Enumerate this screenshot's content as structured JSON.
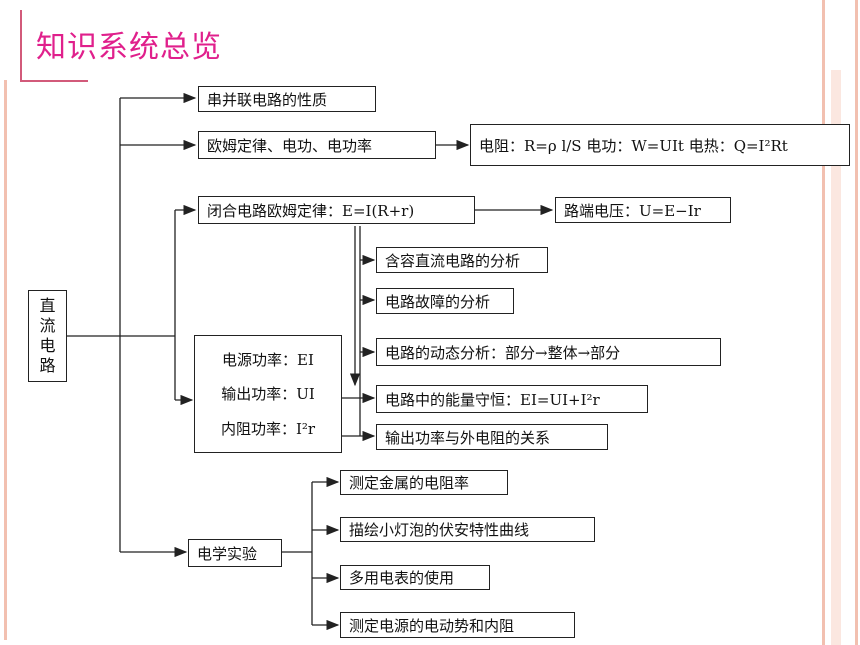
{
  "header": {
    "title": "知识系统总览"
  },
  "root": {
    "chars": [
      "直",
      "流",
      "电",
      "路"
    ]
  },
  "nodes": {
    "n1": "串并联电路的性质",
    "n2": "欧姆定律、电功、电功率",
    "n2_formula": "电阻：R=ρ l/S   电功：W=UIt   电热：Q=I²Rt",
    "n3": "闭合电路欧姆定律：E=I(R+r)",
    "n3_result": "路端电压：U=E−Ir",
    "s1": "含容直流电路的分析",
    "s2": "电路故障的分析",
    "s3": "电路的动态分析：部分→整体→部分",
    "s4": "电路中的能量守恒：EI=UI+I²r",
    "s5": "输出功率与外电阻的关系",
    "power": [
      "电源功率：EI",
      "输出功率：UI",
      "内阻功率：I²r"
    ],
    "exp": "电学实验",
    "e1": "测定金属的电阻率",
    "e2": "描绘小灯泡的伏安特性曲线",
    "e3": "多用电表的使用",
    "e4": "测定电源的电动势和内阻"
  },
  "colors": {
    "title": "#e0208c",
    "accent_line": "#e8a08a",
    "border": "#222222"
  }
}
